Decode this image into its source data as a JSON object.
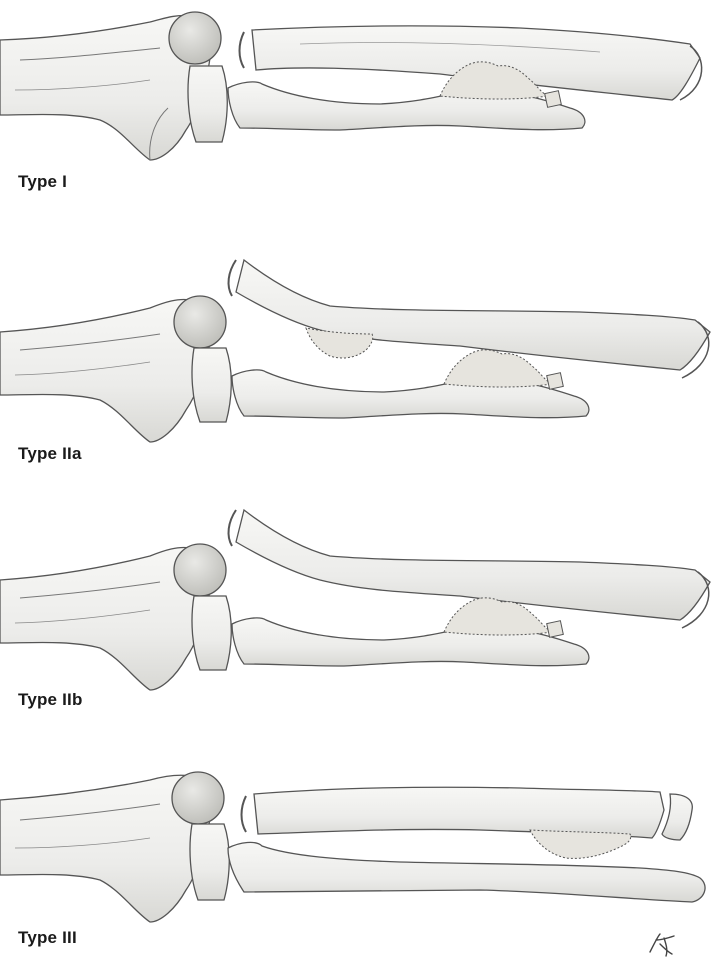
{
  "figure": {
    "panels": [
      {
        "id": "type-1",
        "label": "Type I"
      },
      {
        "id": "type-2a",
        "label": "Type IIa"
      },
      {
        "id": "type-2b",
        "label": "Type IIb"
      },
      {
        "id": "type-3",
        "label": "Type III"
      }
    ]
  },
  "colors": {
    "bone_fill": "#efefec",
    "bone_shade": "#d6d6d2",
    "outline": "#555555",
    "callus_fill": "#e6e4de"
  }
}
